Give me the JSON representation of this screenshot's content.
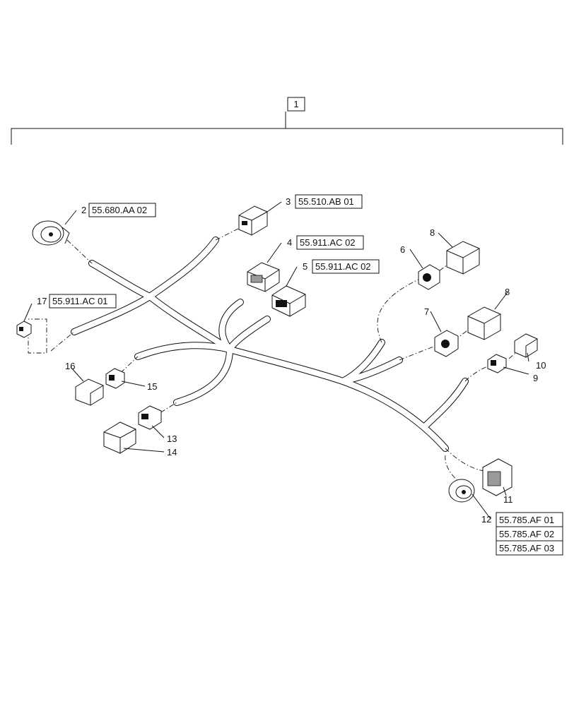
{
  "assembly": {
    "item": "1"
  },
  "callouts": [
    {
      "id": "c2",
      "item": "2",
      "refs": [
        "55.680.AA 02"
      ]
    },
    {
      "id": "c3",
      "item": "3",
      "refs": [
        "55.510.AB 01"
      ]
    },
    {
      "id": "c4",
      "item": "4",
      "refs": [
        "55.911.AC 02"
      ]
    },
    {
      "id": "c5",
      "item": "5",
      "refs": [
        "55.911.AC 02"
      ]
    },
    {
      "id": "c6",
      "item": "6",
      "refs": []
    },
    {
      "id": "c7",
      "item": "7",
      "refs": []
    },
    {
      "id": "c8a",
      "item": "8",
      "refs": []
    },
    {
      "id": "c8b",
      "item": "8",
      "refs": []
    },
    {
      "id": "c9",
      "item": "9",
      "refs": []
    },
    {
      "id": "c10",
      "item": "10",
      "refs": []
    },
    {
      "id": "c11",
      "item": "11",
      "refs": []
    },
    {
      "id": "c12",
      "item": "12",
      "refs": [
        "55.785.AF 01",
        "55.785.AF 02",
        "55.785.AF 03"
      ]
    },
    {
      "id": "c13",
      "item": "13",
      "refs": []
    },
    {
      "id": "c14",
      "item": "14",
      "refs": []
    },
    {
      "id": "c15",
      "item": "15",
      "refs": []
    },
    {
      "id": "c16",
      "item": "16",
      "refs": []
    },
    {
      "id": "c17",
      "item": "17",
      "refs": [
        "55.911.AC 01"
      ]
    }
  ]
}
